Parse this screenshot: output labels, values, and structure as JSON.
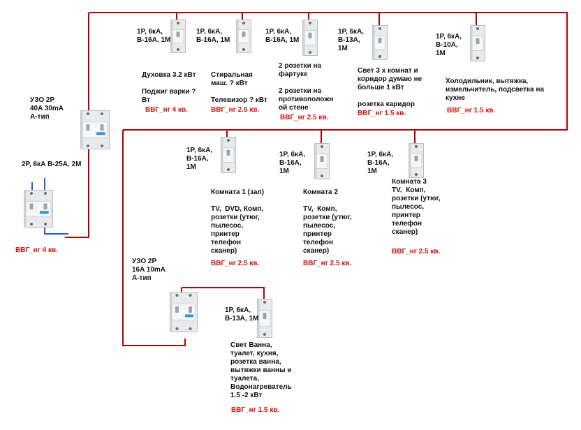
{
  "colors": {
    "wire": "#b00000",
    "neutral_wire": "#2a5bd6",
    "cable_text": "#d01010"
  },
  "main_breaker": {
    "label": "2P, 6кА B-25А, 2М",
    "cable": "ВВГ_нг 4 кв."
  },
  "rcd_main": {
    "label": "УЗО 2P\n40A 30mA\nA-тип"
  },
  "row1": [
    {
      "label": "1P, 6кА,\nB-16A, 1M",
      "desc": "Духовка 3.2 кВт\n\nПоджиг варки ?\nВт",
      "cable": "ВВГ_нг 4 кв."
    },
    {
      "label": "1P, 6кА,\nB-16A, 1M",
      "desc": "Стиральная\nмаш. ? кВт\n\nТелевизор ? кВт",
      "cable": "ВВГ_нг 2.5 кв."
    },
    {
      "label": "1P, 6кА,\nB-16A, 1M",
      "desc": "2 розетки на\nфартуке\n\n2 розетки на\nпротивоположн\nой стене",
      "cable": "ВВГ_нг 2.5 кв."
    },
    {
      "label": "1P, 6кА,\nB-13A,\n1M",
      "desc": "Свет 3 х комнат и\nкоридор думаю не\nбольше 1 кВт\n\nрозетка каридор",
      "cable": "ВВГ_нг 1.5 кв."
    },
    {
      "label": "1P, 6кА,\nB-10A,\n1M",
      "desc": "Холодильник, вытяжка,\nизмельчитель, подсветка на\nкухне",
      "cable": "ВВГ_нг 1.5 кв."
    }
  ],
  "row2": [
    {
      "label": "1P, 6кА,\nB-16A,\n1M",
      "desc": "Комната 1 (зал)\n\nTV,  DVD, Комп,\nрозетки (утюг,\nпылесос,\nпринтер\nтелефон\nсканер)",
      "cable": "ВВГ_нг 2.5 кв."
    },
    {
      "label": "1P, 6кА,\nB-16A,\n1M",
      "desc": "Комната 2\n\nTV,  Комп,\nрозетки (утюг,\nпылесос,\nпринтер\nтелефон\nсканер)",
      "cable": "ВВГ_нг 2.5 кв."
    },
    {
      "label": "1P, 6кА,\nB-16A,\n1M",
      "desc": "Комната 3\nTV,  Комп,\nрозетки (утюг,\nпылесос,\nпринтер\nтелефон\nсканер)",
      "cable": "ВВГ_нг 2.5 кв."
    }
  ],
  "rcd_bath": {
    "label": "УЗО 2P\n16A 10mA\nA-тип"
  },
  "bath_breaker": {
    "label": "1P, 6кА,\nB-13A, 1M",
    "desc": "Свет Ванна,\nтуалет, кухня,\nрозетка ванна,\nвытяжки ванны и\nтуалета,\nВодонагреватель\n1.5 -2 кВт",
    "cable": "ВВГ_нг 1.5 кв."
  }
}
